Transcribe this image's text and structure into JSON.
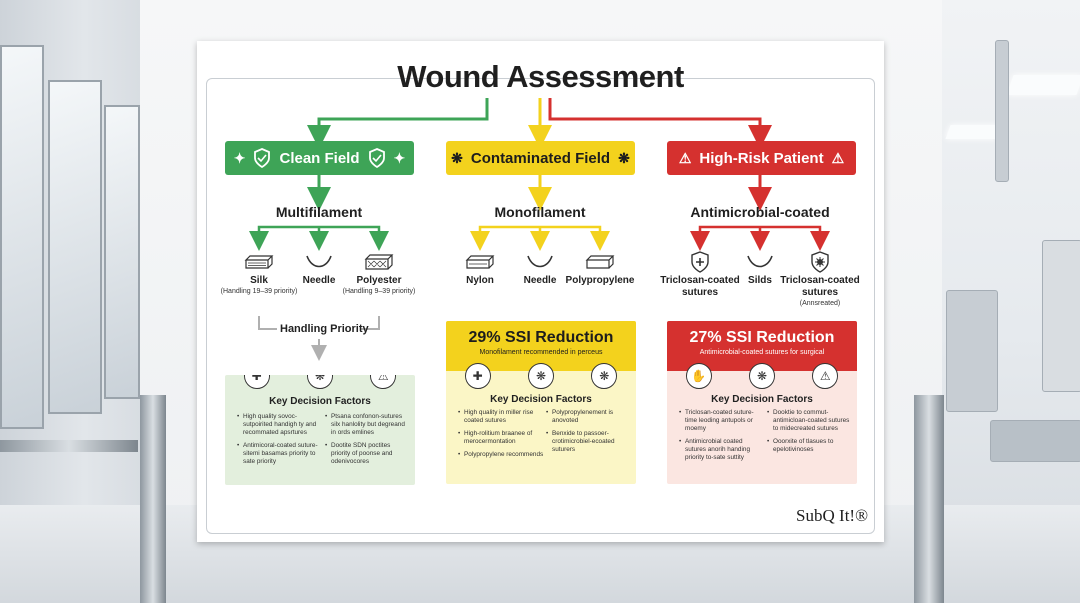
{
  "title": "Wound Assessment",
  "colors": {
    "green": "#3ea457",
    "yellow": "#f3d21d",
    "red": "#d5312f"
  },
  "columns": [
    {
      "category": "Clean Field",
      "category_icon": "shield-icon",
      "type": "Multifilament",
      "items": [
        {
          "label": "Silk",
          "note": "(Handling 19–39 priority)",
          "icon": "suture-spool-icon"
        },
        {
          "label": "Needle",
          "note": "",
          "icon": "needle-icon"
        },
        {
          "label": "Polyester",
          "note": "(Handling 9–39 priority)",
          "icon": "suture-spool-icon"
        }
      ],
      "sub_label": "Handling Priority",
      "panel": {
        "title": "Key Decision Factors",
        "icons": [
          "medical-kit-icon",
          "bacteria-icon",
          "warning-icon"
        ],
        "left_bullets": [
          "High quality sovoc-sutpoirited handigh ty and recommated apsrtures",
          "Antimicoral-coated suture-sitemi basamas priority to sate priority"
        ],
        "right_bullets": [
          "Ptsana confonon-sutures silx hanlolity but degreand in ords emlines",
          "Dootite SDN poctites priority of poonse and odenivocores"
        ]
      }
    },
    {
      "category": "Contaminated Field",
      "category_icon": "bacteria-icon",
      "type": "Monofilament",
      "items": [
        {
          "label": "Nylon",
          "note": "",
          "icon": "suture-spool-icon"
        },
        {
          "label": "Needle",
          "note": "",
          "icon": "needle-icon"
        },
        {
          "label": "Polypropylene",
          "note": "",
          "icon": "suture-spool-icon"
        }
      ],
      "panel": {
        "headline": "29% SSI Reduction",
        "subline": "Monofilament recommended in perceus",
        "title": "Key Decision Factors",
        "icons": [
          "medical-kit-icon",
          "bacteria-icon",
          "bacteria-icon"
        ],
        "left_bullets": [
          "High quality in miller rise coated sutures",
          "High-rolitium braanee of merocermontation",
          "Polypropylene recommends"
        ],
        "right_bullets": [
          "Polypropylenement is anovoted",
          "Benxide to passoer-crotimicrobiel-ecoated suturers"
        ]
      }
    },
    {
      "category": "High-Risk Patient",
      "category_icon": "warning-icon",
      "type": "Antimicrobial-coated",
      "items": [
        {
          "label": "Triclosan-coated sutures",
          "note": "",
          "icon": "shield-plus-icon"
        },
        {
          "label": "Silds",
          "note": "",
          "icon": "needle-icon"
        },
        {
          "label": "Triclosan-coated sutures",
          "note": "(Annsreated)",
          "icon": "shield-bacteria-icon"
        }
      ],
      "panel": {
        "headline": "27% SSI Reduction",
        "subline": "Antimicrobial-coated sutures for surgical",
        "title": "Key Decision Factors",
        "icons": [
          "hand-care-icon",
          "bacteria-icon",
          "warning-icon"
        ],
        "left_bullets": [
          "Triclosan-coated suture-time leoding antupols or moemy",
          "Antimicrobial coated sutures anorih handing priority to-sate suttity"
        ],
        "right_bullets": [
          "Dooktie to commut-antimicloan-coated sutures to midecreated sutures",
          "Ooorxite of tlasues to epelotivinoses"
        ]
      }
    }
  ],
  "brand": "SubQ It!®"
}
